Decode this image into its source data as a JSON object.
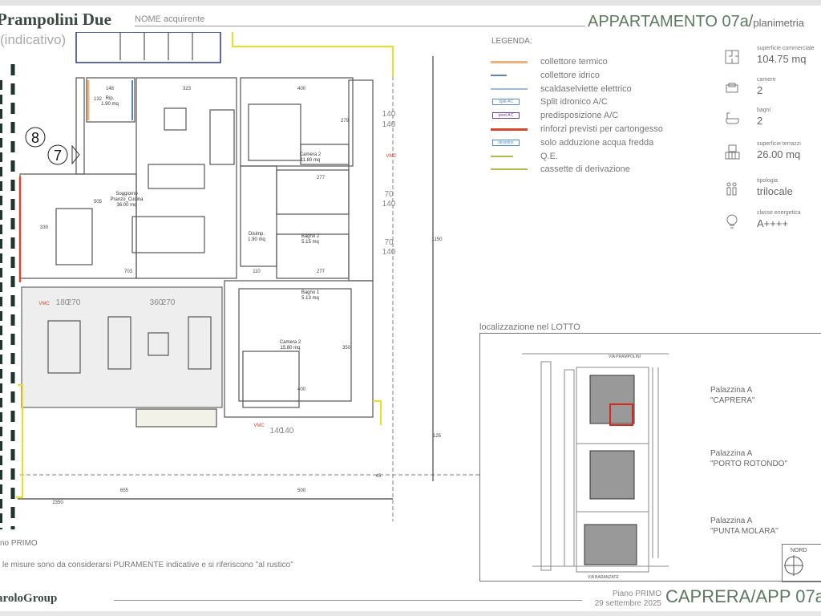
{
  "header": {
    "project": "Prampolini Due",
    "subtitle": "(indicativo)",
    "buyer_label": "NOME acquirente",
    "buyer_value": "...",
    "apartment": "APPARTAMENTO 07a/",
    "apartment_suffix": "planimetria"
  },
  "legend": {
    "title": "LEGENDA:",
    "items": [
      {
        "label": "collettore termico",
        "color": "#f0b27a"
      },
      {
        "label": "collettore idrico",
        "color": "#5b7fc4"
      },
      {
        "label": "scaldaselviette elettrico",
        "color": "#9fb8dc"
      },
      {
        "label": "Split idronico A/C",
        "color": "#5b8fd4",
        "tag": "Split-AC"
      },
      {
        "label": "predisposizione A/C",
        "color": "#6b3fa0",
        "tag": "pred-AC"
      },
      {
        "label": "rinforzi previsti per cartongesso",
        "color": "#d9472b"
      },
      {
        "label": "solo adduzione acqua fredda",
        "color": "#4a90d9",
        "tag": "idrantino"
      },
      {
        "label": "Q.E.",
        "color": "#b5b84a"
      },
      {
        "label": "cassette di derivazione",
        "color": "#b5b84a"
      }
    ]
  },
  "info": [
    {
      "icon": "floorplan-icon",
      "label": "superficie commerciale",
      "value": "104.75 mq"
    },
    {
      "icon": "bed-icon",
      "label": "camere",
      "value": "2"
    },
    {
      "icon": "bathtub-icon",
      "label": "bagni",
      "value": "2"
    },
    {
      "icon": "terrace-icon",
      "label": "superficie terrazzi",
      "value": "26.00 mq"
    },
    {
      "icon": "people-icon",
      "label": "tipologia",
      "value": "trilocale"
    },
    {
      "icon": "lightbulb-icon",
      "label": "classe energetica",
      "value": "A++++"
    }
  ],
  "plan": {
    "rooms": [
      {
        "name": "Rip.",
        "area": "1.90 mq"
      },
      {
        "name": "Soggiorno",
        "name2": "Pranzo_Cucina",
        "area": "36.00 mq"
      },
      {
        "name": "Camera 2",
        "area": "11.80 mq"
      },
      {
        "name": "Disimp.",
        "area": "1.90 mq"
      },
      {
        "name": "Bagno 2",
        "area": "5.15 mq"
      },
      {
        "name": "Bagno 1",
        "area": "5.13 mq"
      },
      {
        "name": "Camera 2",
        "area": "15.80 mq"
      }
    ],
    "dims": {
      "d148": "148",
      "d323": "323",
      "d400a": "400",
      "d132": "132",
      "d279": "279",
      "d277a": "277",
      "d277b": "277",
      "d505": "505",
      "d330": "330",
      "d703": "703",
      "d110": "110",
      "d350": "350",
      "d400b": "400",
      "d1150": "1150",
      "d125": "125",
      "d45": "45",
      "d655": "655",
      "d500": "500",
      "d2350": "2350",
      "h140a": "140",
      "h140b": "140",
      "h70a": "70",
      "h140c": "140",
      "h70b": "70",
      "h140d": "140",
      "t180": "180",
      "t270a": "270",
      "t360": "360",
      "t270b": "270",
      "b140a": "140",
      "b140b": "140"
    },
    "markers": {
      "m8": "8",
      "m7": "7"
    },
    "vmc": "VMC"
  },
  "lotto": {
    "title": "localizzazione nel LOTTO",
    "street_top": "VIA PRAMPOLINI",
    "street_bottom": "VIA BARANZATE",
    "buildings": [
      {
        "line1": "Palazzina A",
        "line2": "\"CAPRERA\""
      },
      {
        "line1": "Palazzina A",
        "line2": "\"PORTO ROTONDO\""
      },
      {
        "line1": "Palazzina A",
        "line2": "\"PUNTA MOLARA\""
      }
    ],
    "north": "NORD"
  },
  "footer": {
    "floor": "no PRIMO",
    "note": "le misure sono da considerarsi PURAMENTE indicative e si riferiscono \"al rustico\"",
    "logo": "aroloGroup",
    "piano": "Piano PRIMO",
    "date": "29 settembre 2025",
    "code": "CAPRERA/APP 07a"
  }
}
